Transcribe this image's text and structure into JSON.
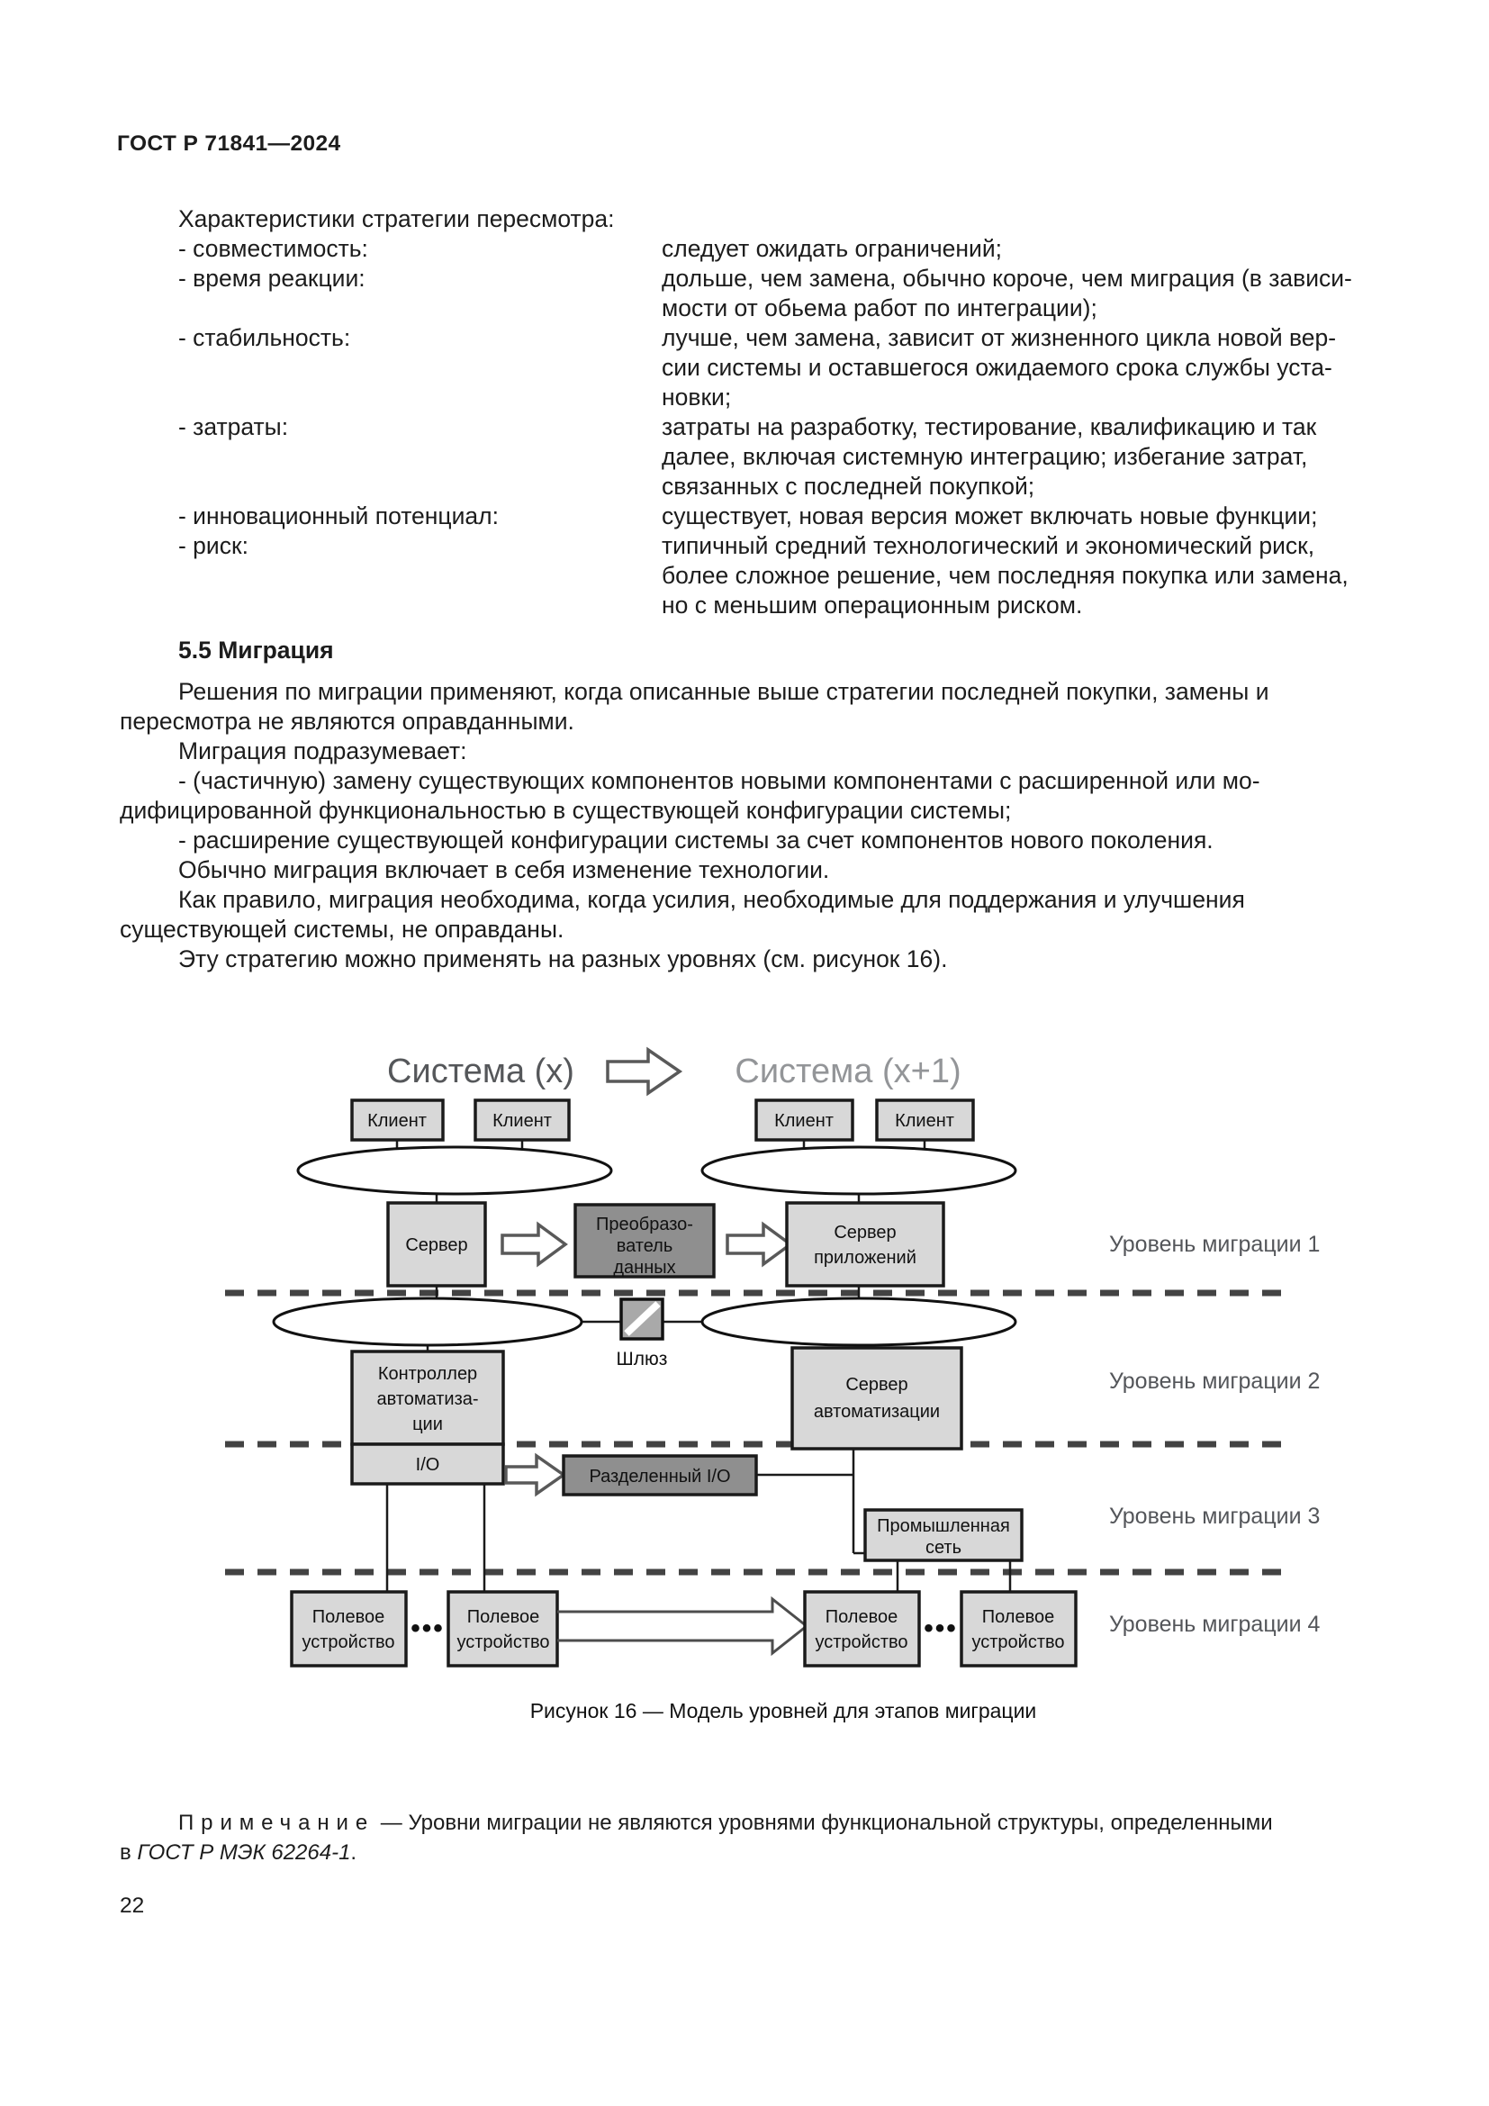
{
  "page": {
    "header": "ГОСТ Р 71841—2024",
    "page_number": "22"
  },
  "characteristics": {
    "intro": "Характеристики стратегии пересмотра:",
    "items": [
      {
        "label": "- совместимость:",
        "value": "следует ожидать ограничений;"
      },
      {
        "label": "- время реакции:",
        "value": "дольше, чем замена, обычно короче, чем миграция (в зависи-\nмости от обьема работ по интеграции);"
      },
      {
        "label": "- стабильность:",
        "value": "лучше, чем замена, зависит от жизненного цикла новой вер-\nсии системы и оставшегося ожидаемого срока службы уста-\nновки;"
      },
      {
        "label": "- затраты:",
        "value": "затраты на разработку, тестирование, квалификацию и так\nдалее, включая системную интеграцию; избегание затрат,\nсвязанных с последней покупкой;"
      },
      {
        "label": "- инновационный потенциал:",
        "value": "существует, новая версия может включать новые функции;"
      },
      {
        "label": "- риск:",
        "value": "типичный средний технологический и экономический риск,\nболее сложное решение, чем последняя покупка или замена,\nно с меньшим операционным риском."
      }
    ]
  },
  "section": {
    "heading": "5.5 Миграция",
    "paragraphs": [
      "Решения по миграции применяют, когда описанные выше стратегии последней покупки, замены и\nпересмотра не являются оправданными.",
      "Миграция подразумевает:",
      "- (частичную) замену существующих компонентов новыми компонентами с расширенной или мо-\nдифицированной функциональностью в существующей конфигурации системы;",
      "- расширение существующей конфигурации системы за счет компонентов нового поколения.",
      "Обычно миграция включает в себя изменение технологии.",
      "Как правило, миграция необходима, когда усилия, необходимые для поддержания и улучшения\nсуществующей системы, не оправданы.",
      "Эту стратегию можно применять на разных уровнях (см. рисунок 16)."
    ]
  },
  "figure": {
    "titles": {
      "left": "Система (x)",
      "right": "Система (x+1)"
    },
    "labels": {
      "client": "Клиент",
      "server": "Сервер",
      "converter": [
        "Преобразо-",
        "ватель",
        "данных"
      ],
      "app_server": [
        "Сервер",
        "приложений"
      ],
      "gateway": "Шлюз",
      "controller": [
        "Контроллер",
        "автоматиза-",
        "ции"
      ],
      "io": "I/O",
      "automation_server": [
        "Сервер",
        "автоматизации"
      ],
      "divided_io": "Разделенный I/O",
      "industrial_network": [
        "Промышленная",
        "сеть"
      ],
      "field_device": [
        "Полевое",
        "устройство"
      ],
      "dots": "•••"
    },
    "levels": [
      "Уровень миграции 1",
      "Уровень миграции 2",
      "Уровень миграции 3",
      "Уровень миграции 4"
    ],
    "caption": "Рисунок 16 — Модель уровней для этапов миграции"
  },
  "note": {
    "label": "Примечание",
    "body": " — Уровни миграции не являются уровнями функциональной структуры, определенными\nв ",
    "reference": "ГОСТ Р МЭК 62264-1",
    "end": "."
  },
  "colors": {
    "box_light": "#d8d8d8",
    "box_dark": "#8f8f8f",
    "gateway_box": "#a9a9a9",
    "title_left": "#55575a",
    "title_right": "#939598",
    "level_label": "#54565a",
    "dashed_line": "#434343"
  }
}
